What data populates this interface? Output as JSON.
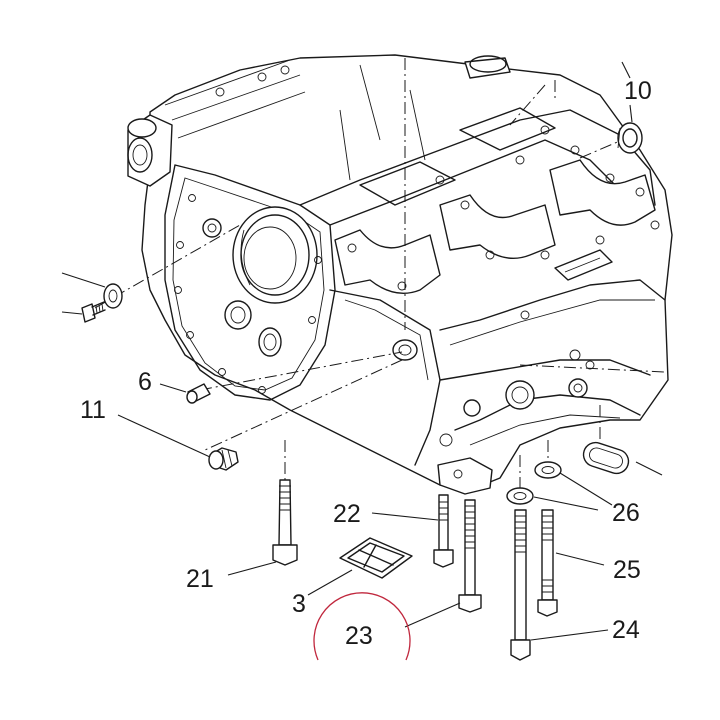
{
  "colors": {
    "ink": "#1a1a1a",
    "background": "#ffffff",
    "highlight_circle": "#c0273d"
  },
  "callouts": {
    "c10": "10",
    "c6": "6",
    "c11": "11",
    "c22": "22",
    "c26": "26",
    "c21": "21",
    "c25": "25",
    "c3": "3",
    "c23": "23",
    "c24": "24"
  }
}
